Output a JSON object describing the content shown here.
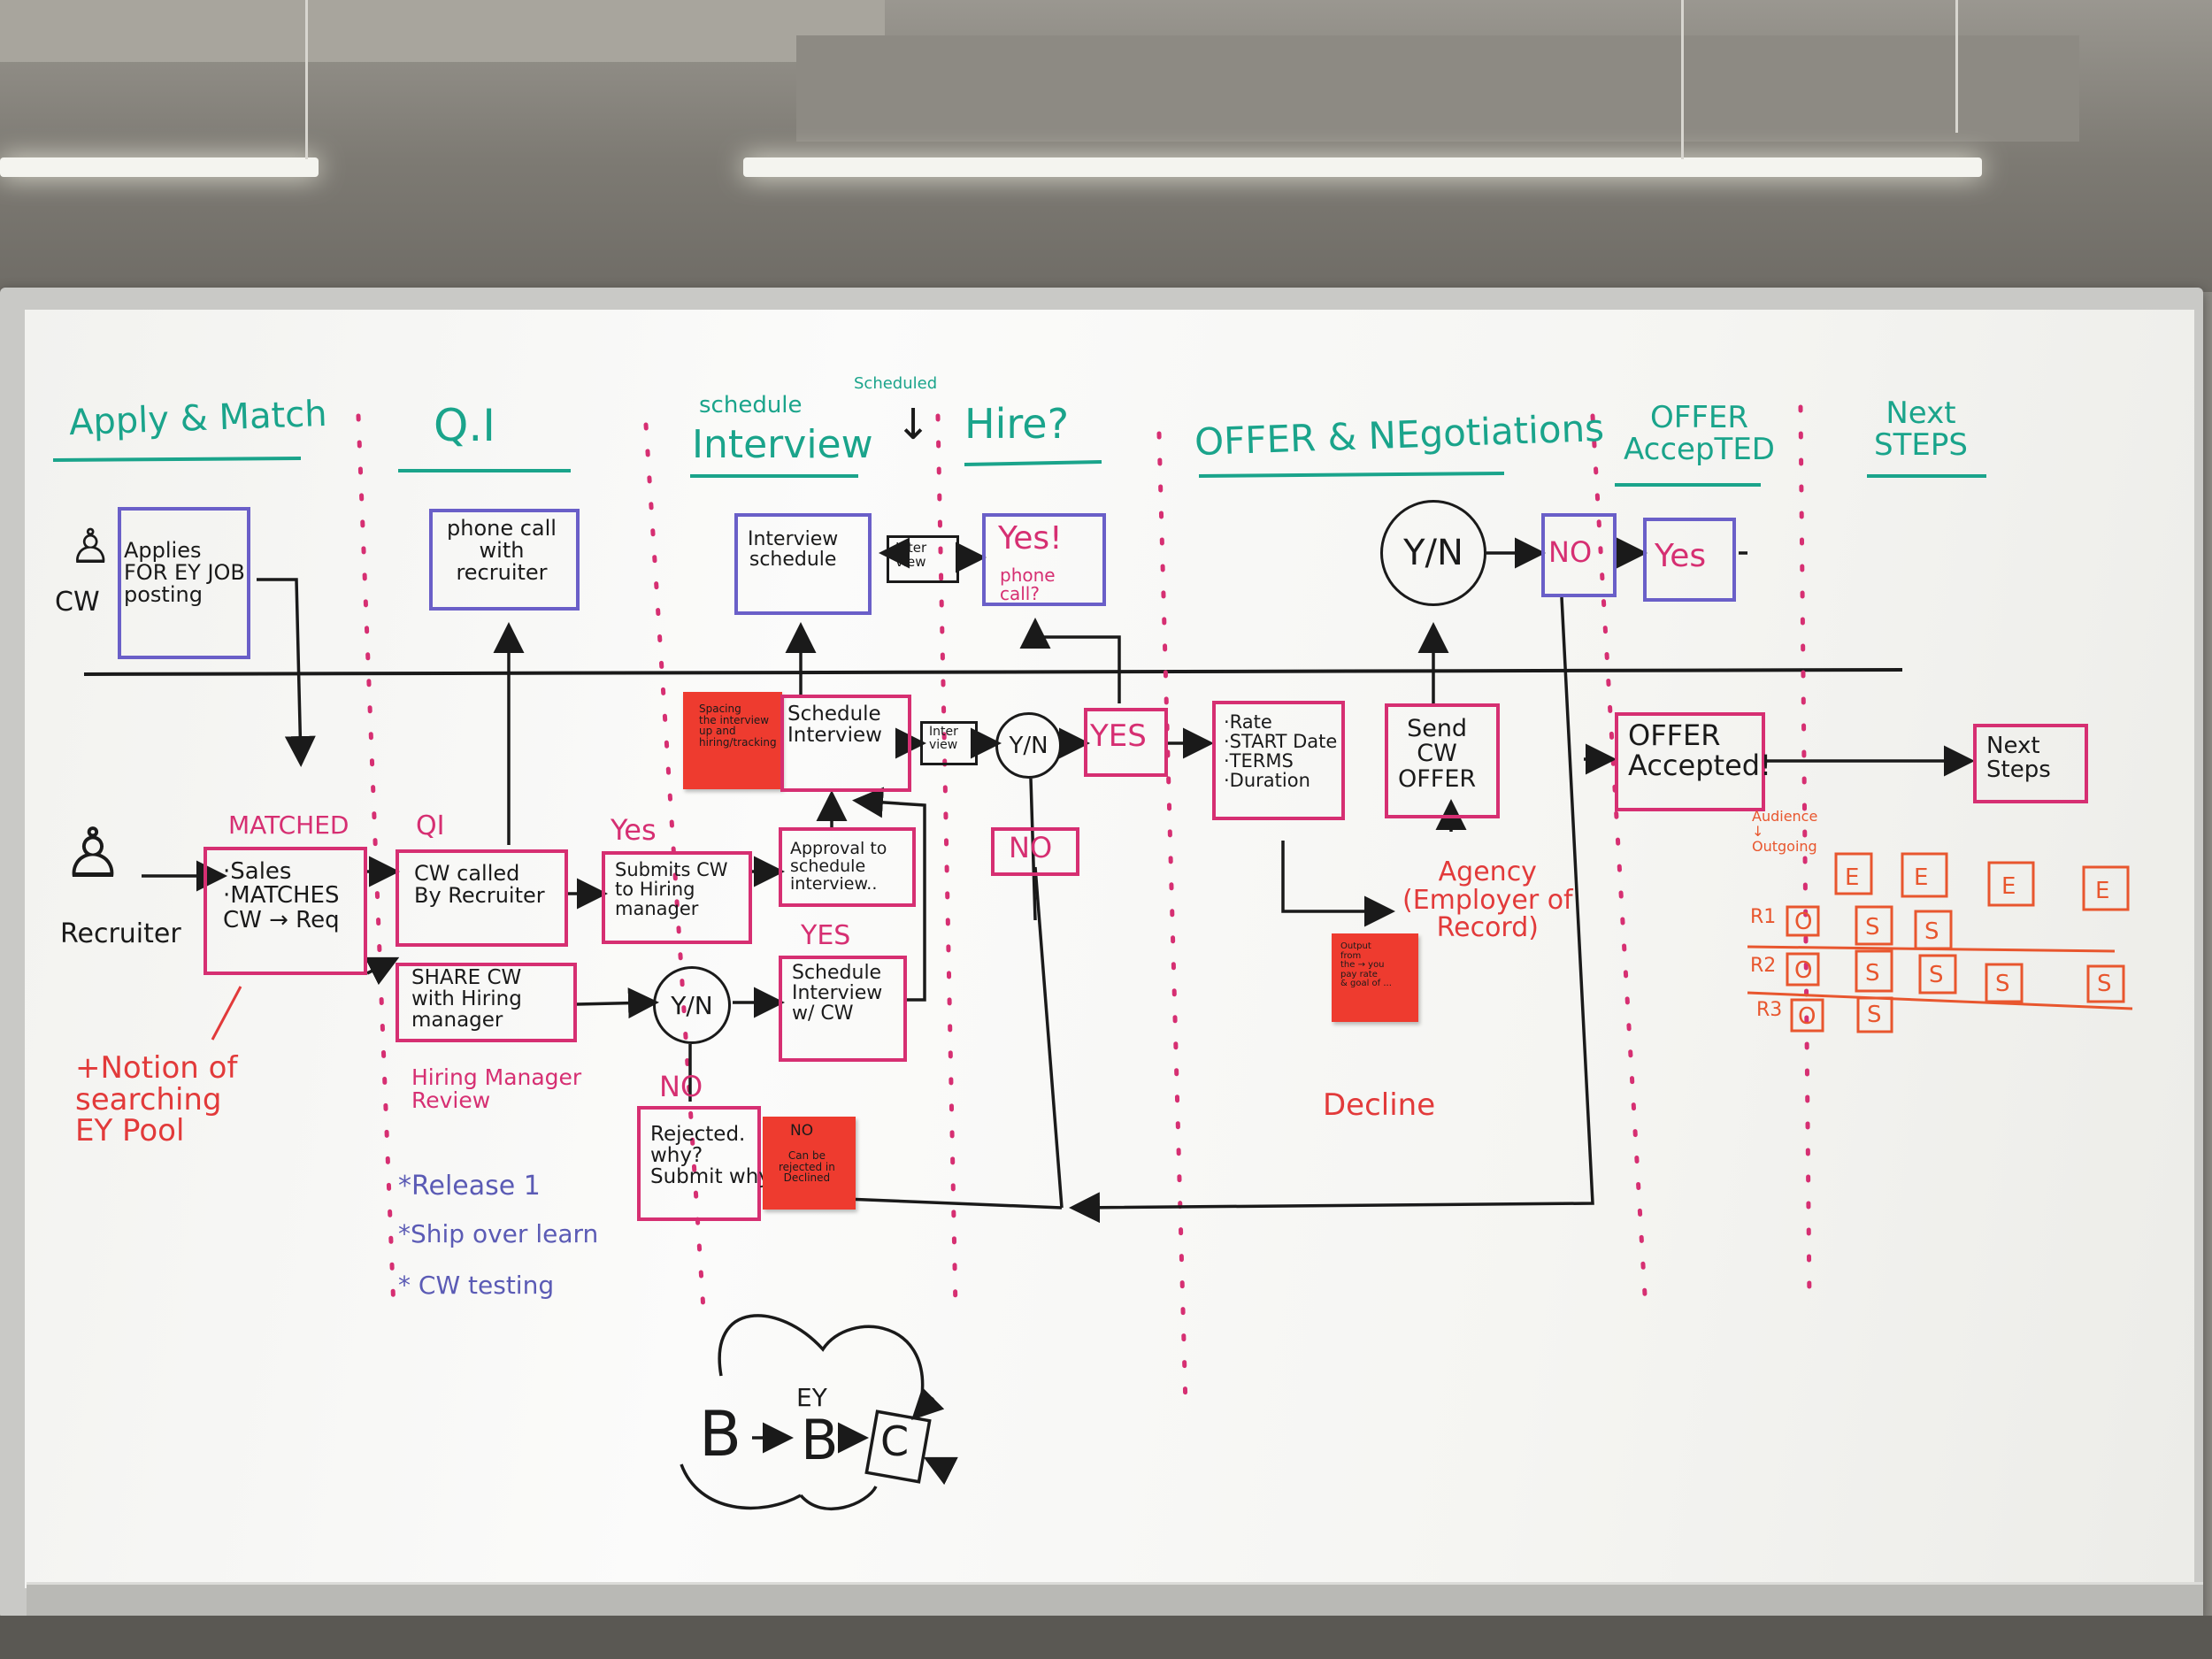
{
  "colors": {
    "teal": "#1aa48b",
    "pink": "#d62f72",
    "red": "#e23a3a",
    "orange": "#e8562e",
    "black": "#1a1a1a",
    "blue_box": "#6a5fc8",
    "sticky": "#ee3b2f"
  },
  "headers": {
    "apply_match": "Apply & Match",
    "qi": "Q.I",
    "schedule_small": "schedule",
    "interview": "Interview",
    "scheduled_small": "Scheduled",
    "hire": "Hire?",
    "offer_neg": "OFFER & NEgotiations",
    "offer_accepted": "OFFER\nAccepTED",
    "next_steps": "Next\nSTEPS"
  },
  "actors": {
    "cw": "CW",
    "recruiter": "Recruiter"
  },
  "top_lane": {
    "applies": "Applies\nFOR EY JOB\nposting",
    "phone_call": "phone call\nwith\nrecruiter",
    "interview_schedule": "Interview\nschedule",
    "interview_tag": "Inter\nview",
    "yes_phone": "Yes!",
    "yes_phone_sub": "phone\ncall?",
    "yn_top": "Y/N",
    "no_top": "NO",
    "yes_top": "Yes"
  },
  "bottom_lane": {
    "matched_label": "MATCHED",
    "sales_matches": "·Sales\n·MATCHES\nCW → Req",
    "qi_label": "QI",
    "cw_called": "CW called\nBy Recruiter",
    "share_cw": "SHARE CW\nwith Hiring\nmanager",
    "yes_label": "Yes",
    "submits_cw": "Submits CW\nto Hiring\nmanager",
    "approval": "Approval to\nschedule\ninterview..",
    "schedule_interview": "Schedule\nInterview",
    "schedule_interview_cw": "Schedule\nInterview\nw/ CW",
    "yes_label_2": "YES",
    "yn_mid": "Y/N",
    "no_mid": "NO",
    "rejected": "Rejected.\nwhy?\nSubmit why",
    "interview_tag2": "Inter\nview",
    "yn_hire": "Y/N",
    "yes_hire": "YES",
    "no_hire": "NO",
    "rate_box": "·Rate\n·START Date\n·TERMS\n·Duration",
    "send_offer": "Send\nCW\nOFFER",
    "agency": "Agency\n(Employer of\nRecord)",
    "decline": "Decline",
    "offer_accepted_box": "OFFER\nAccepted!",
    "next_steps_box": "Next\nSteps"
  },
  "stickies": {
    "spacing": "Spacing\nthe interview\nup and\nhiring/tracking",
    "no_note_title": "NO",
    "no_note": "Can be\nrejected in\nDeclined",
    "output_note": "Output\nfrom\nthe → you\npay rate\n& goal of ..."
  },
  "notes": {
    "notion": "+Notion of\nsearching\nEY Pool",
    "hiring_review": "Hiring Manager\nReview",
    "release": "*Release 1",
    "ship_over": "*Ship over learn",
    "cw_testing": "* CW testing",
    "ey": "EY",
    "b1": "B",
    "b2": "B",
    "c": "C",
    "audience": "Audience\n↓\nOutgoing",
    "r1": "R1",
    "r2": "R2",
    "r3": "R3"
  }
}
